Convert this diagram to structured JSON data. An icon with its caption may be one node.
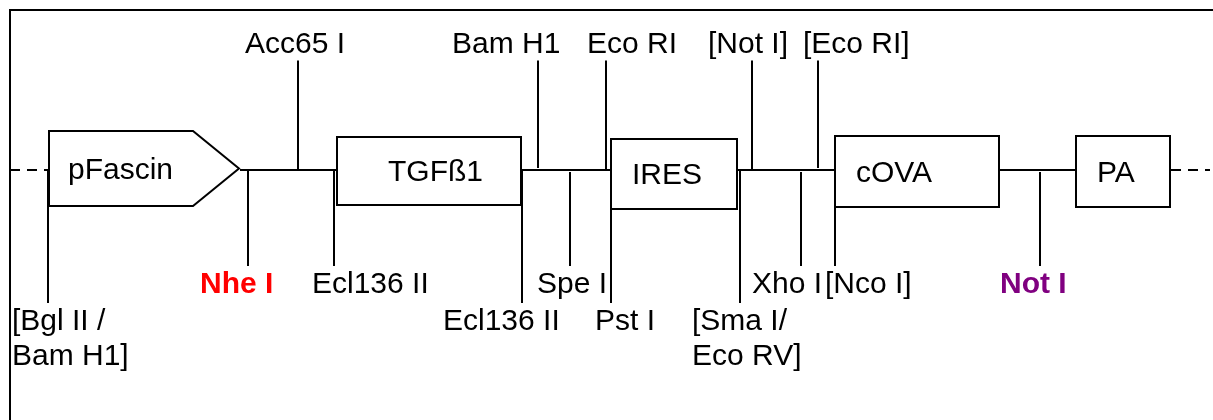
{
  "diagram": {
    "nodes": [
      {
        "text": [
          "pFascin"
        ]
      },
      {
        "text": [
          "TGFß1"
        ]
      },
      {
        "text": [
          "IRES"
        ]
      },
      {
        "text": [
          "cOVA"
        ]
      },
      {
        "text": [
          "PA"
        ]
      },
      {
        "text": [
          "Acc65 I"
        ]
      },
      {
        "text": [
          "Bam H1"
        ]
      },
      {
        "text": [
          "Eco RI"
        ]
      },
      {
        "text": [
          "[Not I]"
        ]
      },
      {
        "text": [
          "[Eco RI]"
        ]
      },
      {
        "text": [
          "[Bgl II / Bam H1]"
        ]
      },
      {
        "text": [
          "Nhe I"
        ]
      },
      {
        "text": [
          "Ecl136 II"
        ]
      },
      {
        "text": [
          "Ecl136 II"
        ]
      },
      {
        "text": [
          "Spe I"
        ]
      },
      {
        "text": [
          "Pst I"
        ]
      },
      {
        "text": [
          "[Sma I/ Eco RV]"
        ]
      },
      {
        "text": [
          "Xho I"
        ]
      },
      {
        "text": [
          "[Nco I]"
        ]
      },
      {
        "text": [
          "Not I"
        ]
      }
    ],
    "edges": [
      {
        "from": null,
        "to": 0,
        "arrow": "none",
        "style": "dashed"
      },
      {
        "from": 0,
        "to": 1,
        "arrow": "none"
      },
      {
        "from": 1,
        "to": 2,
        "arrow": "none"
      },
      {
        "from": 2,
        "to": 3,
        "arrow": "none"
      },
      {
        "from": 3,
        "to": 4,
        "arrow": "none"
      },
      {
        "from": 4,
        "to": null,
        "arrow": "none",
        "style": "dashed"
      },
      {
        "from": 5,
        "to": null,
        "arrow": "none"
      },
      {
        "from": 6,
        "to": null,
        "arrow": "none"
      },
      {
        "from": 7,
        "to": 2,
        "arrow": "none"
      },
      {
        "from": 8,
        "to": 2,
        "arrow": "none"
      },
      {
        "from": 9,
        "to": null,
        "arrow": "none"
      },
      {
        "from": 10,
        "to": 0,
        "arrow": "none"
      },
      {
        "from": 11,
        "to": 0,
        "arrow": "none"
      },
      {
        "from": 12,
        "to": 1,
        "arrow": "none"
      },
      {
        "from": 13,
        "to": 1,
        "arrow": "none"
      },
      {
        "from": 14,
        "to": null,
        "arrow": "none"
      },
      {
        "from": 15,
        "to": 2,
        "arrow": "none"
      },
      {
        "from": 16,
        "to": 2,
        "arrow": "none"
      },
      {
        "from": 17,
        "to": null,
        "arrow": "none"
      },
      {
        "from": 18,
        "to": 3,
        "arrow": "none"
      },
      {
        "from": 19,
        "to": null,
        "arrow": "none"
      }
    ]
  }
}
